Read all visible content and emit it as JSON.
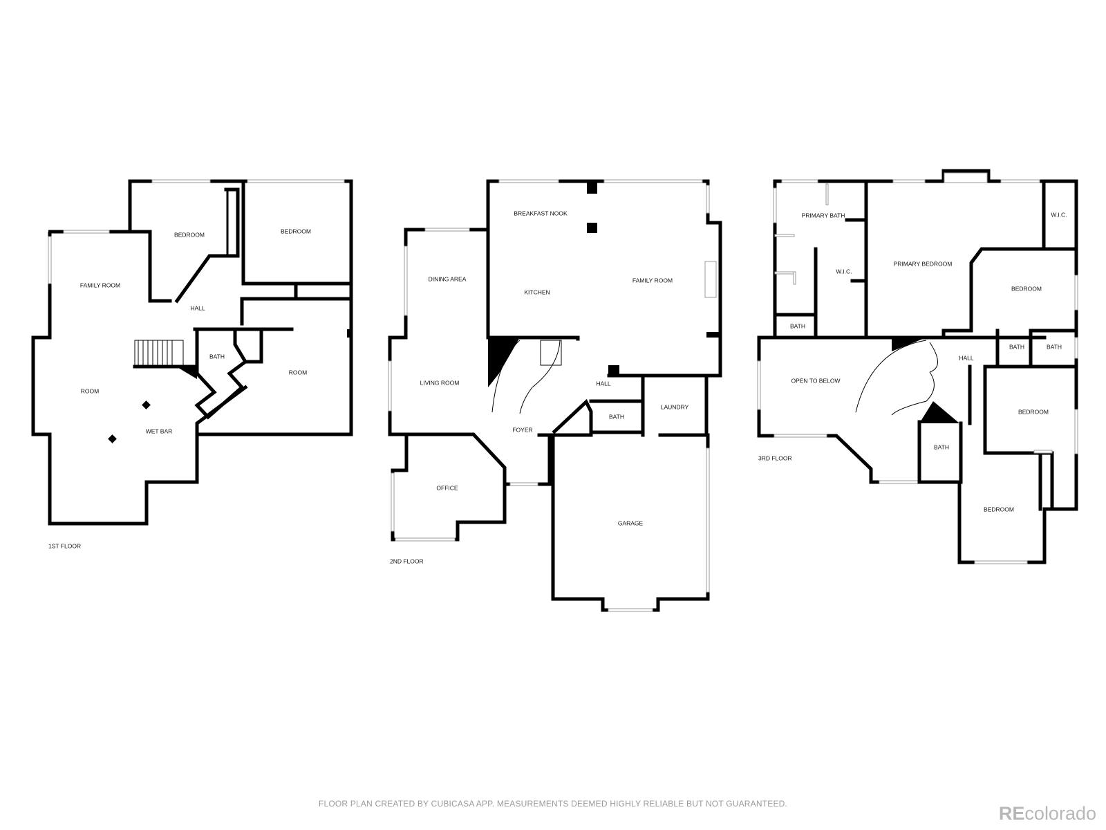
{
  "floors": [
    {
      "label": "1ST FLOOR",
      "rooms": [
        "BEDROOM",
        "BEDROOM",
        "FAMILY ROOM",
        "HALL",
        "BATH",
        "ROOM",
        "ROOM",
        "WET BAR"
      ]
    },
    {
      "label": "2ND FLOOR",
      "rooms": [
        "BREAKFAST NOOK",
        "DINING AREA",
        "KITCHEN",
        "FAMILY ROOM",
        "LIVING ROOM",
        "HALL",
        "BATH",
        "LAUNDRY",
        "FOYER",
        "OFFICE",
        "GARAGE"
      ]
    },
    {
      "label": "3RD FLOOR",
      "rooms": [
        "W.I.C.",
        "PRIMARY BATH",
        "PRIMARY BEDROOM",
        "W.I.C.",
        "BEDROOM",
        "BATH",
        "BATH",
        "BATH",
        "HALL",
        "OPEN TO BELOW",
        "BEDROOM",
        "BATH",
        "BEDROOM"
      ]
    }
  ],
  "footer": {
    "disclaimer": "FLOOR PLAN CREATED BY CUBICASA APP. MEASUREMENTS DEEMED HIGHLY RELIABLE BUT NOT GUARANTEED.",
    "brand_prefix": "RE",
    "brand_suffix": "colorado"
  },
  "colors": {
    "wall": "#000000",
    "background": "#ffffff",
    "footer_text": "#9a9a9a",
    "brand": "#b7b7b7"
  }
}
